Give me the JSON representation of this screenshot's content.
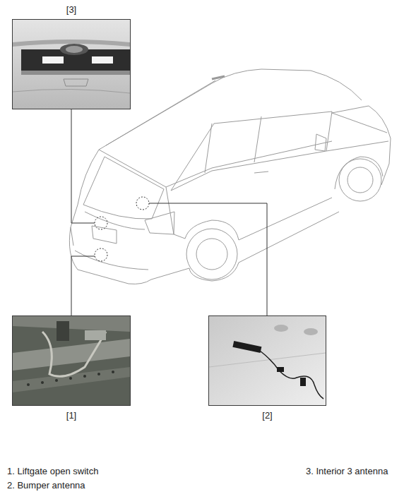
{
  "diagram": {
    "nodes": [
      {
        "text": [
          "[3]"
        ]
      },
      {
        "text": [
          "[1]"
        ]
      },
      {
        "text": [
          "[2]"
        ]
      }
    ],
    "labels": [
      "1. Liftgate open switch",
      "2. Bumper antenna",
      "3. Interior 3 antenna"
    ]
  }
}
